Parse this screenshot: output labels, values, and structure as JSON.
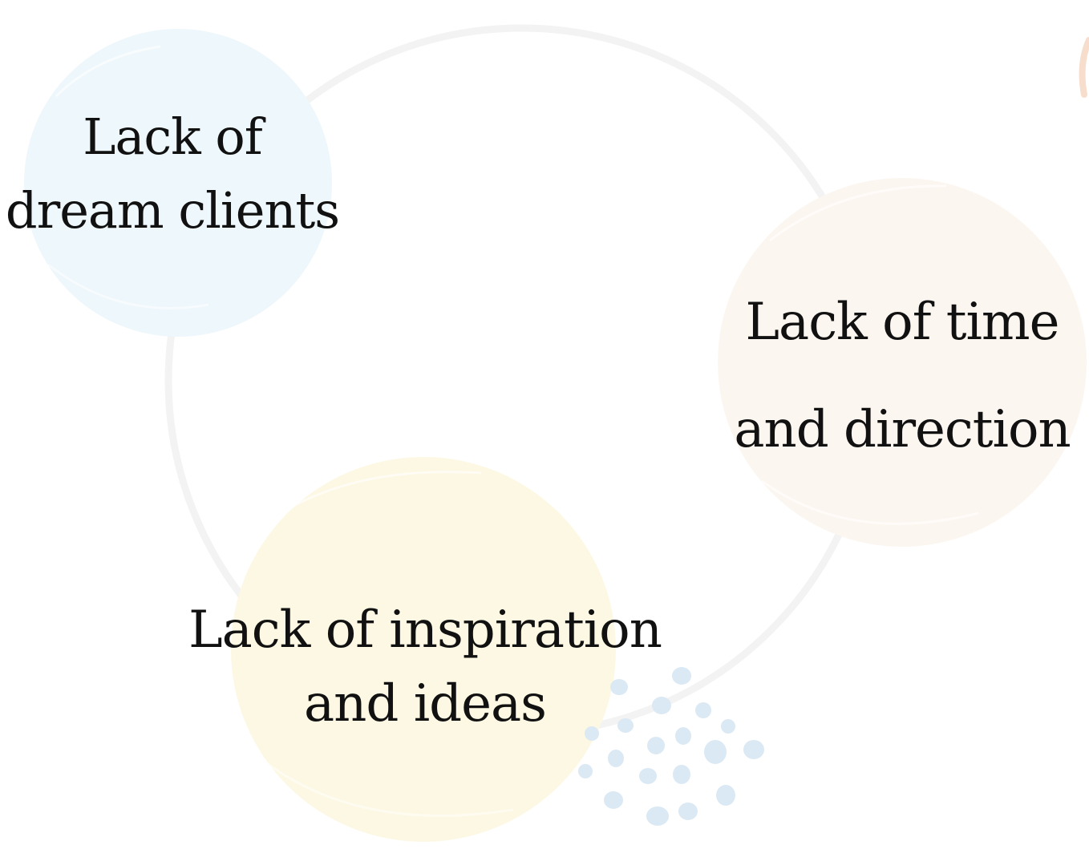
{
  "colors": {
    "ring": "#f3f3f3",
    "blue_circle": "#eef7fb",
    "peach_circle": "#fcf6f1",
    "yellow_circle": "#fdf8e3",
    "dots": "#dbe9f5",
    "corner_arc": "#f6ddcc",
    "text": "#111111"
  },
  "nodes": [
    {
      "lines": [
        "Lack of",
        "dream clients"
      ]
    },
    {
      "lines": [
        "Lack of time",
        "and direction"
      ]
    },
    {
      "lines": [
        "Lack of inspiration",
        "and ideas"
      ]
    }
  ]
}
